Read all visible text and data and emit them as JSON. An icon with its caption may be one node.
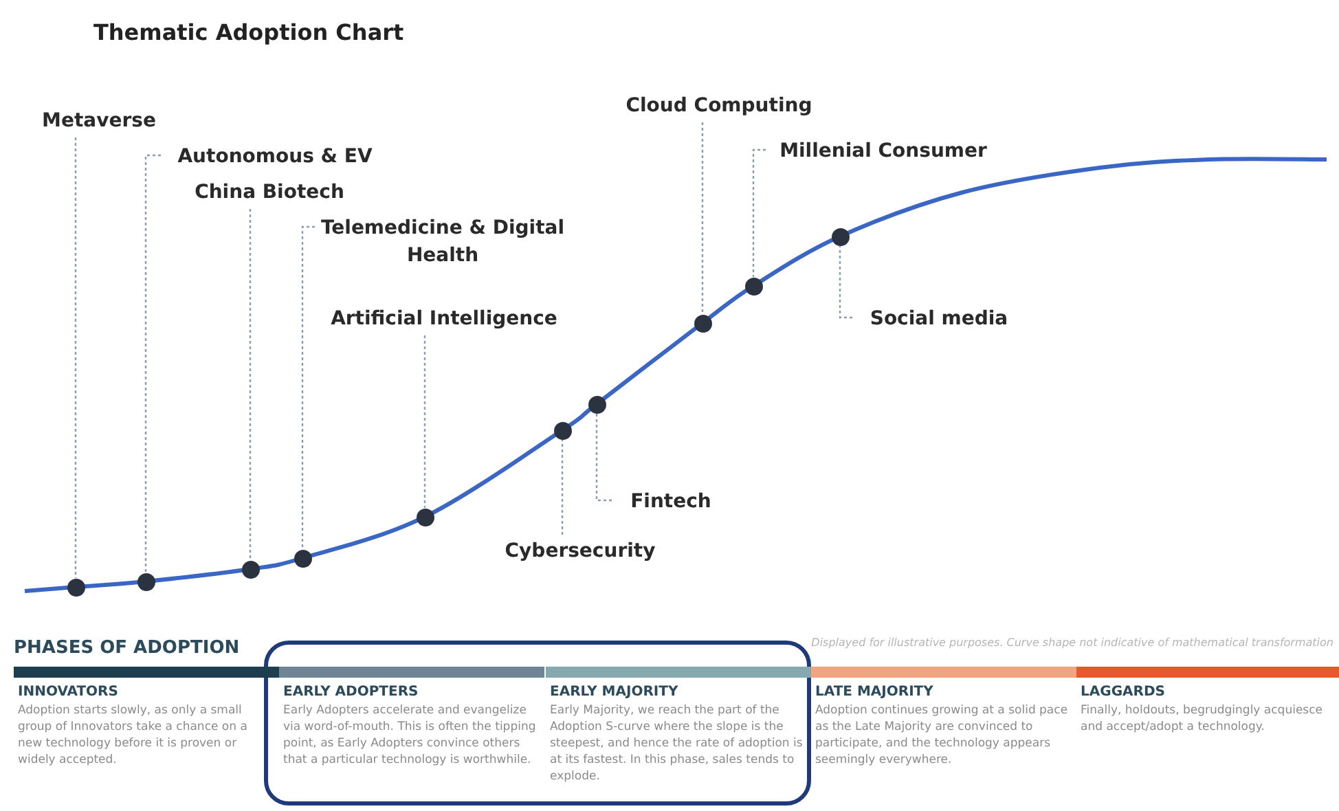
{
  "diagram": {
    "title": "Thematic Adoption Chart",
    "nodes": [
      {
        "text": [
          "Metaverse"
        ]
      },
      {
        "text": [
          "Autonomous & EV"
        ]
      },
      {
        "text": [
          "China Biotech"
        ]
      },
      {
        "text": [
          "Telemedicine & Digital Health"
        ]
      },
      {
        "text": [
          "Artificial Intelligence"
        ]
      },
      {
        "text": [
          "Cybersecurity"
        ]
      },
      {
        "text": [
          "Fintech"
        ]
      },
      {
        "text": [
          "Cloud Computing"
        ]
      },
      {
        "text": [
          "Millenial Consumer"
        ]
      },
      {
        "text": [
          "Social media"
        ]
      },
      {
        "text": [],
        "shape": "circle"
      },
      {
        "text": [],
        "shape": "circle"
      },
      {
        "text": [],
        "shape": "circle"
      },
      {
        "text": [],
        "shape": "circle"
      },
      {
        "text": [],
        "shape": "circle"
      },
      {
        "text": [],
        "shape": "circle"
      },
      {
        "text": [],
        "shape": "circle"
      },
      {
        "text": [],
        "shape": "circle"
      },
      {
        "text": [],
        "shape": "circle"
      },
      {
        "text": [],
        "shape": "circle"
      },
      {
        "text": [
          "INNOVATORS",
          "Adoption starts slowly, as only a small group of Innovators take a chance on a new technology before it is proven or widely accepted."
        ]
      },
      {
        "text": [
          "EARLY ADOPTERS",
          "Early Adopters accelerate and evangelize via word-of-mouth. This is often the tipping point, as Early Adopters convince others that a particular technology is worthwhile."
        ]
      },
      {
        "text": [
          "EARLY MAJORITY",
          "Early Majority, we reach the part of the Adoption S-curve where the slope is the steepest, and hence the rate of adoption is at its fastest. In this phase, sales tends to explode."
        ]
      },
      {
        "text": [
          "LATE MAJORITY",
          "Adoption continues growing at a solid pace as the Late Majority are convinced to participate, and the technology appears seemingly everywhere."
        ]
      },
      {
        "text": [
          "LAGGARDS",
          "Finally, holdouts, begrudgingly acquiesce and accept/adopt a technology."
        ]
      }
    ],
    "edges": [
      {
        "from": 0,
        "to": 10,
        "arrow": "none",
        "style": "dashed"
      },
      {
        "from": 1,
        "to": 11,
        "arrow": "none",
        "style": "dashed"
      },
      {
        "from": 2,
        "to": 12,
        "arrow": "none",
        "style": "dashed"
      },
      {
        "from": 3,
        "to": 13,
        "arrow": "none",
        "style": "dashed"
      },
      {
        "from": 4,
        "to": 14,
        "arrow": "none",
        "style": "dashed"
      },
      {
        "from": 5,
        "to": 15,
        "arrow": "none",
        "style": "dashed"
      },
      {
        "from": 6,
        "to": 16,
        "arrow": "none",
        "style": "dashed"
      },
      {
        "from": 7,
        "to": 17,
        "arrow": "none",
        "style": "dashed"
      },
      {
        "from": 8,
        "to": 18,
        "arrow": "none",
        "style": "dashed"
      },
      {
        "from": 9,
        "to": 19,
        "arrow": "none",
        "style": "dashed"
      }
    ],
    "labels": [
      "PHASES OF ADOPTION",
      "Displayed for illustrative purposes. Curve shape not indicative of mathematical transformation"
    ]
  }
}
